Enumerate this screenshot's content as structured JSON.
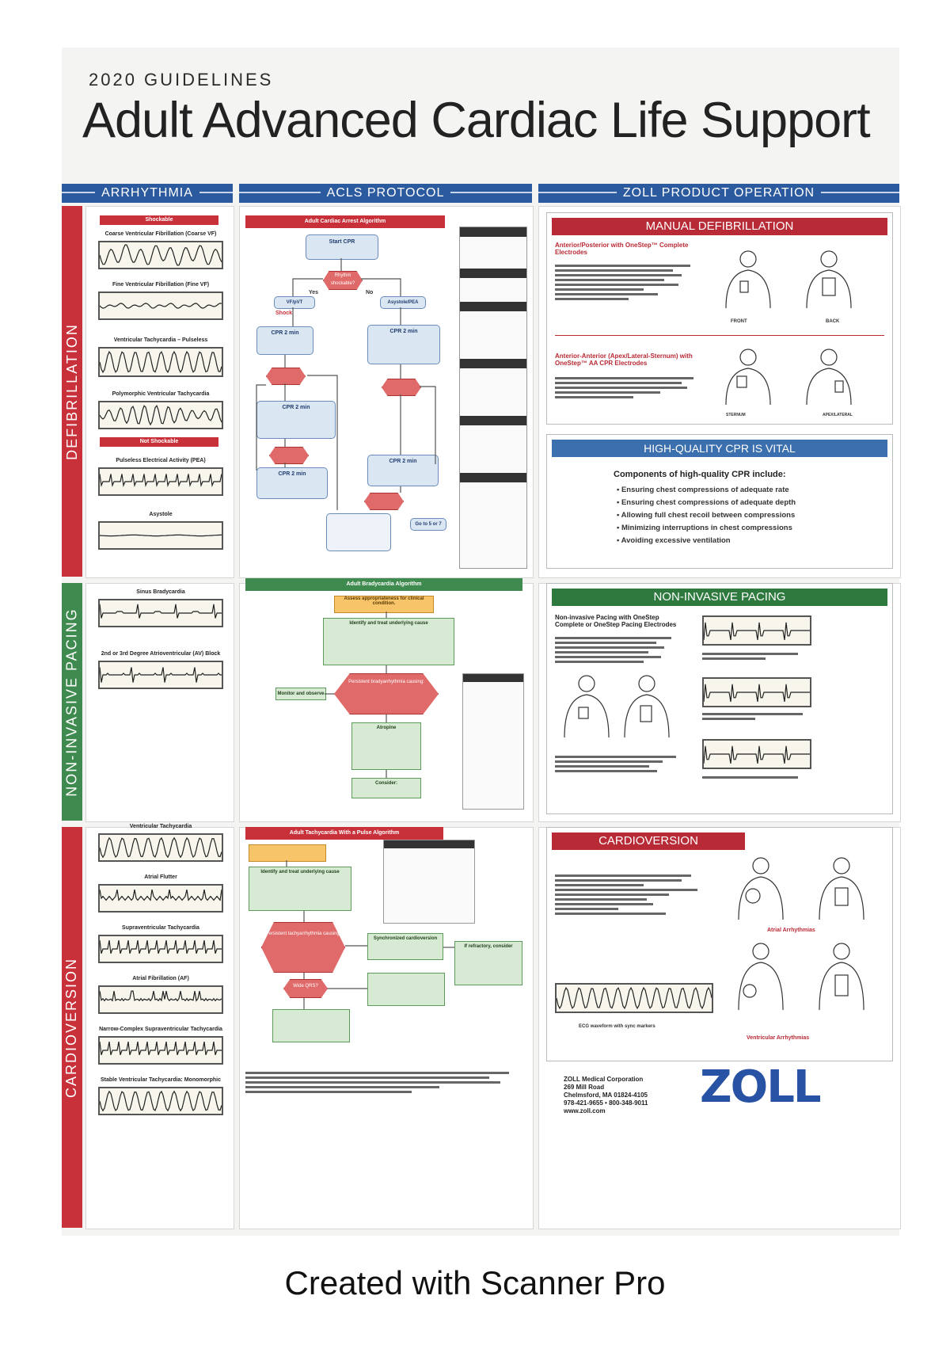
{
  "header": {
    "guidelines": "2020 GUIDELINES",
    "title": "Adult Advanced Cardiac Life Support"
  },
  "columns": {
    "arrhythmia": "ARRHYTHMIA",
    "acls": "ACLS PROTOCOL",
    "zoll": "ZOLL PRODUCT OPERATION"
  },
  "sidebars": {
    "defib": "DEFIBRILLATION",
    "pacing": "NON-INVASIVE PACING",
    "cardio": "CARDIOVERSION"
  },
  "arrhythmia": {
    "shockable": "Shockable",
    "not_shockable": "Not Shockable",
    "defib": [
      "Coarse Ventricular Fibrillation (Coarse VF)",
      "Fine Ventricular Fibrillation (Fine VF)",
      "Ventricular Tachycardia – Pulseless",
      "Polymorphic Ventricular Tachycardia"
    ],
    "nonshock": [
      "Pulseless Electrical Activity (PEA)",
      "Asystole"
    ],
    "pacing": [
      "Sinus Bradycardia",
      "2nd or 3rd Degree Atrioventricular (AV) Block"
    ],
    "cardio": [
      "Ventricular Tachycardia",
      "Atrial Flutter",
      "Supraventricular Tachycardia",
      "Atrial Fibrillation (AF)",
      "Narrow-Complex Supraventricular Tachycardia",
      "Stable Ventricular Tachycardia: Monomorphic"
    ]
  },
  "acls": {
    "arrest_title": "Adult Cardiac Arrest Algorithm",
    "start_cpr": "Start CPR",
    "rhythm": "Rhythm shockable?",
    "vf": "VF/pVT",
    "asys": "Asystole/PEA",
    "shock": "Shock",
    "cpr2": "CPR 2 min",
    "go_to": "Go to 5 or 7",
    "brady_title": "Adult Bradycardia Algorithm",
    "brady_top": "Assess appropriateness for clinical condition.",
    "brady_identify": "Identify and treat underlying cause",
    "brady_persist": "Persistent bradyarrhythmia causing:",
    "monitor": "Monitor and observe",
    "atropine": "Atropine",
    "consider": "Consider:",
    "tachy_title": "Adult Tachycardia With a Pulse Algorithm",
    "tachy_persist": "Persistent tachyarrhythmia causing:",
    "sync": "Synchronized cardioversion",
    "wide": "Wide QRS?",
    "refractory": "If refractory, consider",
    "yes": "Yes",
    "no": "No"
  },
  "zoll": {
    "manual": "MANUAL DEFIBRILLATION",
    "ap_title": "Anterior/Posterior with OneStep™ Complete Electrodes",
    "aa_title": "Anterior-Anterior (Apex/Lateral-Sternum) with OneStep™ AA CPR Electrodes",
    "front": "FRONT",
    "back": "BACK",
    "sternum": "STERNUM",
    "apex": "APEX/LATERAL",
    "cpr_vital": "HIGH-QUALITY CPR IS VITAL",
    "cpr_heading": "Components of high-quality CPR include:",
    "cpr_items": [
      "Ensuring chest compressions of adequate rate",
      "Ensuring chest compressions of adequate depth",
      "Allowing full chest recoil between compressions",
      "Minimizing interruptions in chest compressions",
      "Avoiding excessive ventilation"
    ],
    "pacing": "NON-INVASIVE PACING",
    "pacing_title": "Non-invasive Pacing with OneStep Complete or OneStep Pacing Electrodes",
    "cardioversion": "CARDIOVERSION",
    "atrial": "Atrial Arrhythmias",
    "ventricular": "Ventricular Arrhythmias",
    "ecg_sync": "ECG waveform with sync markers"
  },
  "company": {
    "name": "ZOLL Medical Corporation",
    "address1": "269 Mill Road",
    "address2": "Chelmsford, MA  01824-4105",
    "phone": "978-421-9655 • 800-348-9011",
    "web": "www.zoll.com",
    "logo": "ZOLL"
  },
  "caption": "Created with Scanner Pro",
  "colors": {
    "blue": "#2c5a9e",
    "red": "#c8303a",
    "green": "#3f8a4e",
    "zoll_blue": "#2852a3"
  }
}
